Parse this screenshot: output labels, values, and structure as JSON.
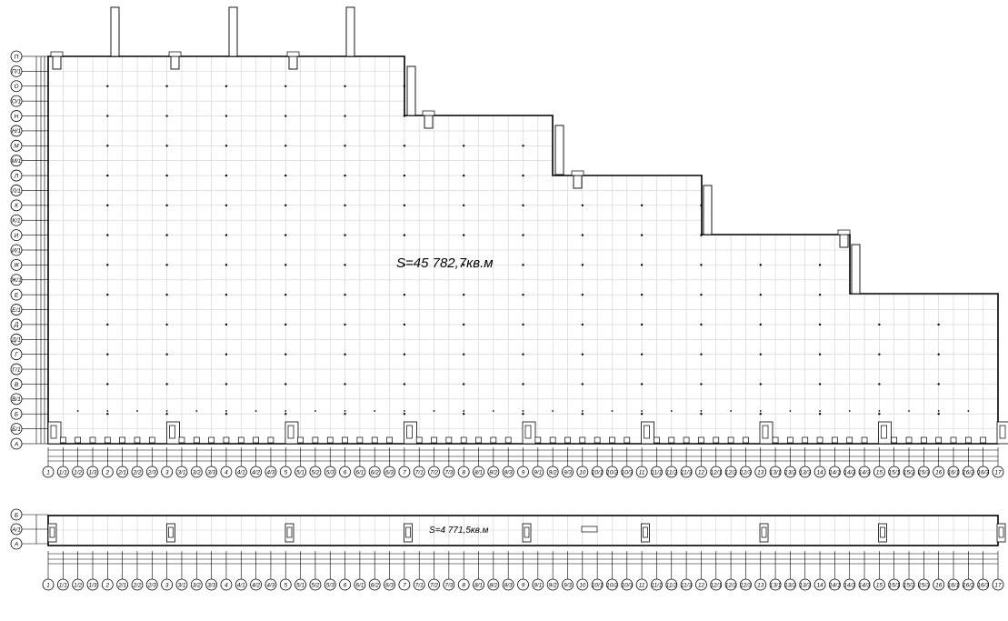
{
  "drawing": {
    "main_area_label": "S=45 782,7кв.м",
    "annex_area_label": "S=4 771,5кв.м"
  },
  "axes": {
    "rows_main": [
      "П",
      "П/1",
      "О",
      "О/1",
      "Н",
      "Н/1",
      "М",
      "М/1",
      "Л",
      "Л/1",
      "К",
      "К/1",
      "И",
      "И/1",
      "Ж",
      "Ж/1",
      "Е",
      "Е/1",
      "Д",
      "Д/1",
      "Г",
      "Г/1",
      "В",
      "В/1",
      "Б",
      "Б/1",
      "А"
    ],
    "rows_annex": [
      "Б",
      "А/1",
      "А"
    ],
    "columns": [
      "1",
      "1/1",
      "1/2",
      "1/3",
      "2",
      "2/1",
      "2/2",
      "2/3",
      "3",
      "3/1",
      "3/2",
      "3/3",
      "4",
      "4/1",
      "4/2",
      "4/3",
      "5",
      "5/1",
      "5/2",
      "5/3",
      "6",
      "6/1",
      "6/2",
      "6/3",
      "7",
      "7/1",
      "7/2",
      "7/3",
      "8",
      "8/1",
      "8/2",
      "8/3",
      "9",
      "9/1",
      "9/2",
      "9/3",
      "10",
      "10/1",
      "10/2",
      "10/3",
      "11",
      "11/1",
      "11/2",
      "11/3",
      "12",
      "12/1",
      "12/2",
      "12/3",
      "13",
      "13/1",
      "13/2",
      "13/3",
      "14",
      "14/1",
      "14/2",
      "14/3",
      "15",
      "15/1",
      "15/2",
      "15/3",
      "16",
      "16/1",
      "16/2",
      "16/3",
      "17"
    ]
  }
}
